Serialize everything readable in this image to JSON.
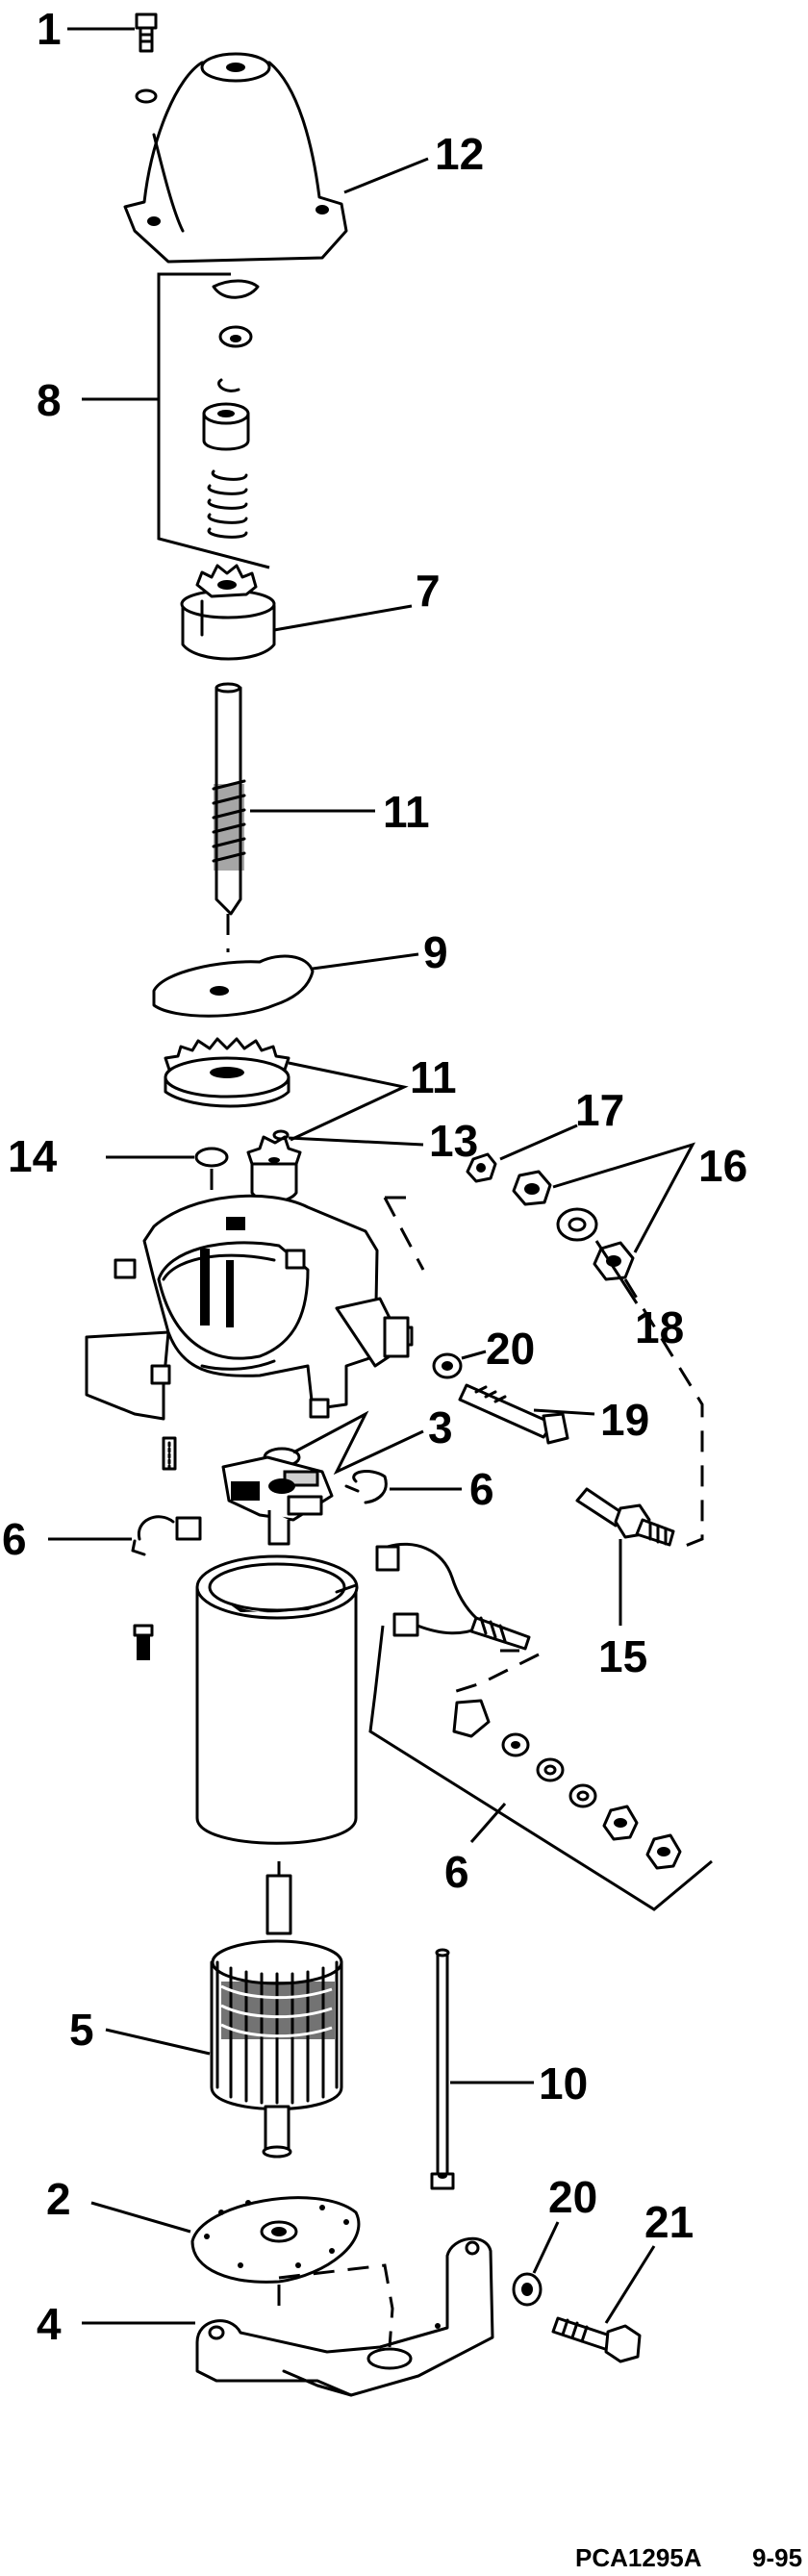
{
  "figure": {
    "callouts": {
      "c1": "1",
      "c12": "12",
      "c8": "8",
      "c7": "7",
      "c11a": "11",
      "c9": "9",
      "c11b": "11",
      "c13": "13",
      "c14": "14",
      "c17": "17",
      "c16": "16",
      "c20a": "20",
      "c18": "18",
      "c3": "3",
      "c19": "19",
      "c6a": "6",
      "c6b": "6",
      "c15": "15",
      "c6c": "6",
      "c5": "5",
      "c10": "10",
      "c2": "2",
      "c20b": "20",
      "c21": "21",
      "c4": "4"
    },
    "caption": {
      "code": "PCA1295A",
      "date": "9-95"
    }
  }
}
